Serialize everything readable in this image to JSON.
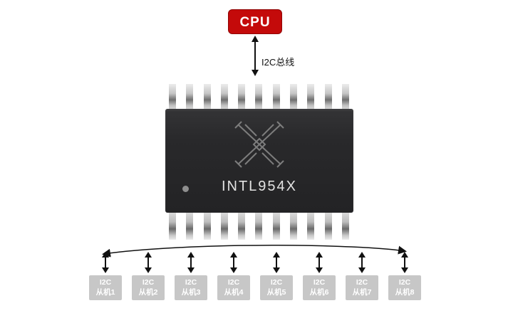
{
  "cpu": {
    "label": "CPU"
  },
  "bus_label": "I2C总线",
  "chip": {
    "part_number": "INTL954X"
  },
  "slaves": [
    {
      "line1": "I2C",
      "line2": "从机1"
    },
    {
      "line1": "I2C",
      "line2": "从机2"
    },
    {
      "line1": "I2C",
      "line2": "从机3"
    },
    {
      "line1": "I2C",
      "line2": "从机4"
    },
    {
      "line1": "I2C",
      "line2": "从机5"
    },
    {
      "line1": "I2C",
      "line2": "从机6"
    },
    {
      "line1": "I2C",
      "line2": "从机7"
    },
    {
      "line1": "I2C",
      "line2": "从机8"
    }
  ],
  "colors": {
    "cpu_bg": "#c40a0a",
    "chip_body": "#29292b",
    "slave_bg": "#c7c7c7"
  }
}
